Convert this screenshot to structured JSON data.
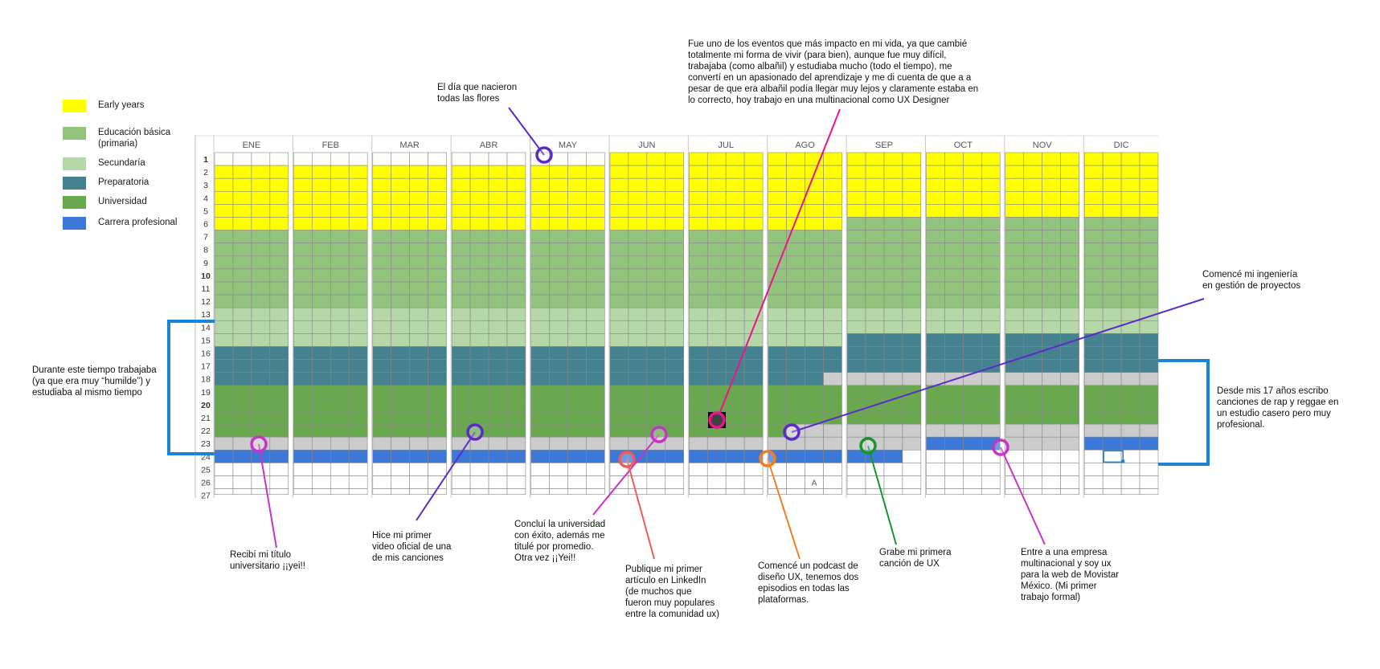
{
  "legend": [
    {
      "label": "Early years",
      "color": "#ffff00"
    },
    {
      "label": "Educación básica\n(primaria)",
      "color": "#93c47d"
    },
    {
      "label": "Secundaría",
      "color": "#b6d7a8"
    },
    {
      "label": "Preparatoria",
      "color": "#45818e"
    },
    {
      "label": "Universidad",
      "color": "#6aa84f"
    },
    {
      "label": "Carrera profesional",
      "color": "#3c78d8"
    }
  ],
  "months": [
    "ENE",
    "FEB",
    "MAR",
    "ABR",
    "MAY",
    "JUN",
    "JUL",
    "AGO",
    "SEP",
    "OCT",
    "NOV",
    "DIC"
  ],
  "rows": [
    "1",
    "2",
    "3",
    "4",
    "5",
    "6",
    "7",
    "8",
    "9",
    "10",
    "11",
    "12",
    "13",
    "14",
    "15",
    "16",
    "17",
    "18",
    "19",
    "20",
    "21",
    "22",
    "23",
    "24",
    "25",
    "26",
    "27"
  ],
  "bold_rows": [
    "1",
    "10",
    "20"
  ],
  "cell_letter": "A",
  "colors": {
    "early": "#ffff00",
    "primaria": "#93c47d",
    "secundaria": "#b6d7a8",
    "preparatoria": "#45818e",
    "universidad": "#6aa84f",
    "carrera": "#3c78d8",
    "gray": "#cccccc",
    "white": "#ffffff",
    "grid_line": "#888888",
    "bracket": "#1c84d6"
  },
  "annotations": {
    "flores": "El día que nacieron\ntodas las flores",
    "impacto": "Fue uno de los eventos que más impacto en mi vida, ya que cambié\ntotalmente mi forma de vivir (para bien), aunque fue muy difícil,\ntrabajaba (como albañil) y estudiaba mucho (todo el tiempo), me\nconvertí en un apasionado del aprendizaje y me di cuenta de que a  a\npesar de que era albañil podía llegar muy lejos y claramente estaba en\nlo correcto, hoy trabajo en una multinacional como UX Designer",
    "ingenieria": "Comencé mi ingeniería\nen gestión de proyectos",
    "trabajaba": "Durante este tiempo trabajaba\n(ya que era muy “humilde”) y\nestudiaba al mismo tiempo",
    "rap": "Desde mis 17 años escribo\ncanciones de rap y reggae en\nun estudio casero pero muy\nprofesional.",
    "titulo": "Recibí mi título\nuniversitario ¡¡yei!!",
    "video": "Hice mi primer\nvideo oficial de una\nde mis canciones",
    "concluí": "Concluí la universidad\ncon éxito, además me\ntitulé por promedio.\nOtra vez ¡¡Yei!!",
    "linkedin": "Publique mi primer\nartículo en LinkedIn\n(de muchos que\nfueron muy populares\nentre la comunidad ux)",
    "podcast": "Comencé un podcast de\ndiseño UX, tenemos dos\nepisodios en todas las\nplataformas.",
    "cancion": "Grabe mi primera\ncanción de UX",
    "movistar": "Entre a una empresa\nmultinacional y soy ux\npara la web de Movistar\nMéxico. (Mi primer\ntrabajo formal)"
  }
}
